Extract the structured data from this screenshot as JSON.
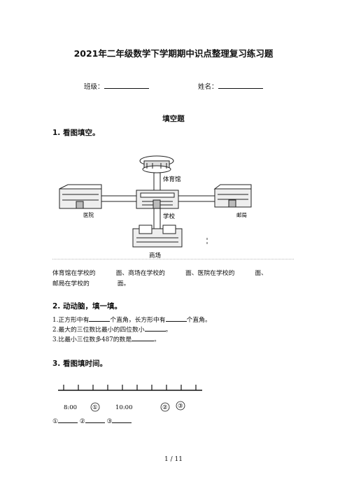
{
  "doc": {
    "title": "2021年二年级数学下学期期中识点整理复习练习题",
    "class_label": "班级：",
    "name_label": "姓名：",
    "section": "填空题"
  },
  "q1": {
    "heading": "1. 看图填空。",
    "map_labels": {
      "gym": "体育馆",
      "school": "学校",
      "hospital": "医院",
      "post": "邮局",
      "mall": "商场"
    },
    "line1": {
      "a": "体育馆在学校的",
      "b": "面、商场在学校的",
      "c": "面、医院在学校的",
      "d": "面、"
    },
    "line2": {
      "a": "邮局在学校的",
      "b": "面。"
    }
  },
  "q2": {
    "heading": "2. 动动脑，填一填。",
    "l1": {
      "a": "1.正方形中有",
      "b": "个直角，长方形中有",
      "c": "个直角。"
    },
    "l2": {
      "a": "2.最大的三位数比最小的四位数小",
      "b": "。"
    },
    "l3": {
      "a": "3.比最小三位数多487的数是",
      "b": "。"
    }
  },
  "q3": {
    "heading": "3. 看图填时间。",
    "t1": "8:00",
    "m1": "①",
    "t2": "10:00",
    "m2": "②",
    "m3": "③",
    "ans1": "①",
    "ans2": "②",
    "ans3": "③"
  },
  "footer": {
    "page": "1 / 11"
  }
}
